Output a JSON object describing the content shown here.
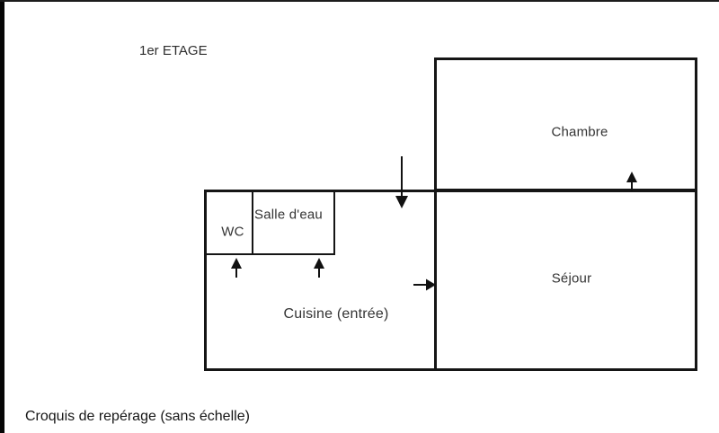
{
  "page": {
    "title": "1er ETAGE",
    "caption": "Croquis de repérage (sans échelle)"
  },
  "rooms": {
    "chambre": {
      "label": "Chambre"
    },
    "sejour": {
      "label": "Séjour"
    },
    "cuisine": {
      "label": "Cuisine (entrée)"
    },
    "salle_deau": {
      "label": "Salle d'eau"
    },
    "wc": {
      "label": "WC"
    }
  },
  "arrows": [
    {
      "id": "arrow-down-entry",
      "direction": "down"
    },
    {
      "id": "arrow-right-sejour",
      "direction": "right"
    },
    {
      "id": "arrow-up-chambre",
      "direction": "up"
    },
    {
      "id": "arrow-up-wc",
      "direction": "up"
    },
    {
      "id": "arrow-up-salle-deau",
      "direction": "up"
    }
  ],
  "colors": {
    "wall": "#151515",
    "background": "#ffffff",
    "label_text": "#333333",
    "caption_text": "#161616"
  }
}
